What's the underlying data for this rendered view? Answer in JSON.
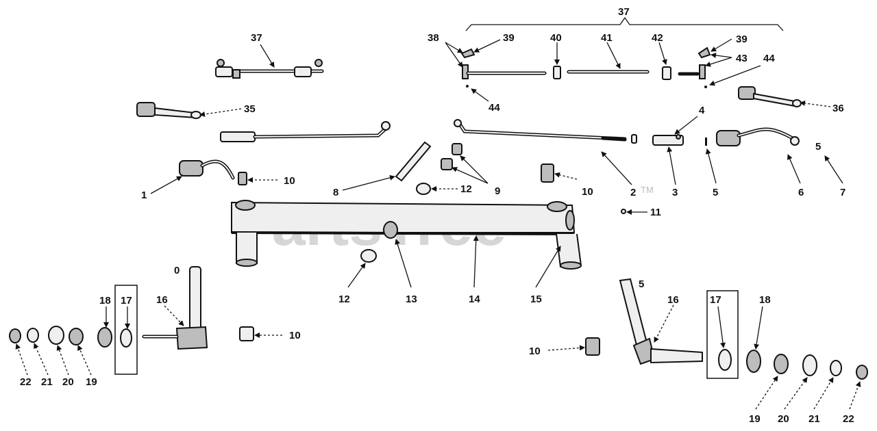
{
  "watermark": {
    "text": "PartsTree",
    "tm": "TM"
  },
  "callouts": {
    "c1": "1",
    "c2": "2",
    "c3": "3",
    "c4": "4",
    "c5": "5",
    "c6": "6",
    "c7": "7",
    "c8": "8",
    "c9": "9",
    "c10a": "10",
    "c10b": "10",
    "c10c": "10",
    "c10d": "10",
    "c11": "11",
    "c12a": "12",
    "c12b": "12",
    "c13": "13",
    "c14": "14",
    "c15": "15",
    "c16l": "16",
    "c17l": "17",
    "c18l": "18",
    "c19l": "19",
    "c20l": "20",
    "c21l": "21",
    "c22l": "22",
    "c16r": "16",
    "c17r": "17",
    "c18r": "18",
    "c19r": "19",
    "c20r": "20",
    "c21r": "21",
    "c22r": "22",
    "c35": "35",
    "c36": "36",
    "c37a": "37",
    "c37b": "37",
    "c38": "38",
    "c39a": "39",
    "c39b": "39",
    "c40": "40",
    "c41": "41",
    "c42": "42",
    "c43": "43",
    "c44a": "44",
    "c44b": "44"
  },
  "icons": {
    "watermark": "partstree-logo-text",
    "arrow": "leader-arrowhead"
  }
}
